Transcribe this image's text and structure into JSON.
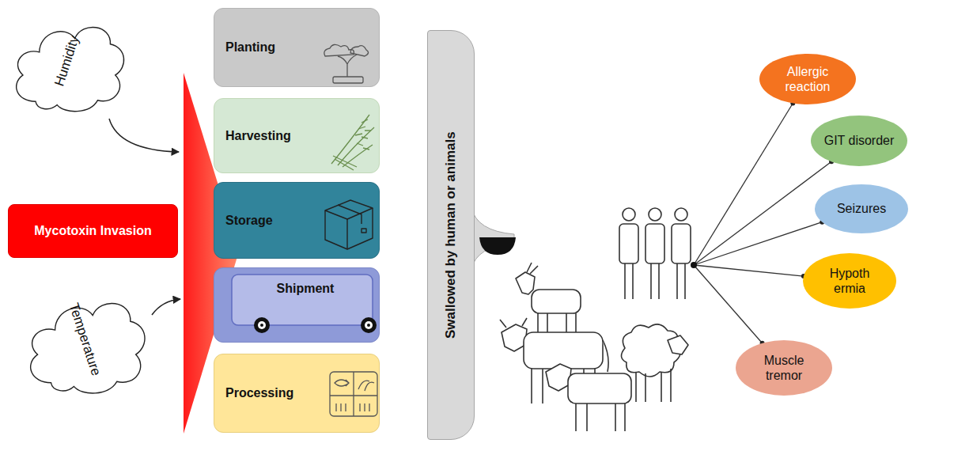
{
  "diagram": {
    "nodes": [
      {
        "text": [
          "Humidity"
        ]
      },
      {
        "text": [
          "Mycotoxin Invasion"
        ]
      },
      {
        "text": [
          "Temperature"
        ]
      },
      {
        "text": [
          "Planting"
        ]
      },
      {
        "text": [
          "Harvesting"
        ]
      },
      {
        "text": [
          "Storage"
        ]
      },
      {
        "text": [
          "Shipment"
        ]
      },
      {
        "text": [
          "Processing"
        ]
      },
      {
        "text": [
          "Swallowed by human or animals"
        ]
      },
      {
        "text": [
          "Allergic reaction"
        ]
      },
      {
        "text": [
          "GIT disorder"
        ]
      },
      {
        "text": [
          "Seizures"
        ]
      },
      {
        "text": [
          "Hypoth ermia"
        ]
      },
      {
        "text": [
          "Muscle tremor"
        ]
      }
    ]
  }
}
